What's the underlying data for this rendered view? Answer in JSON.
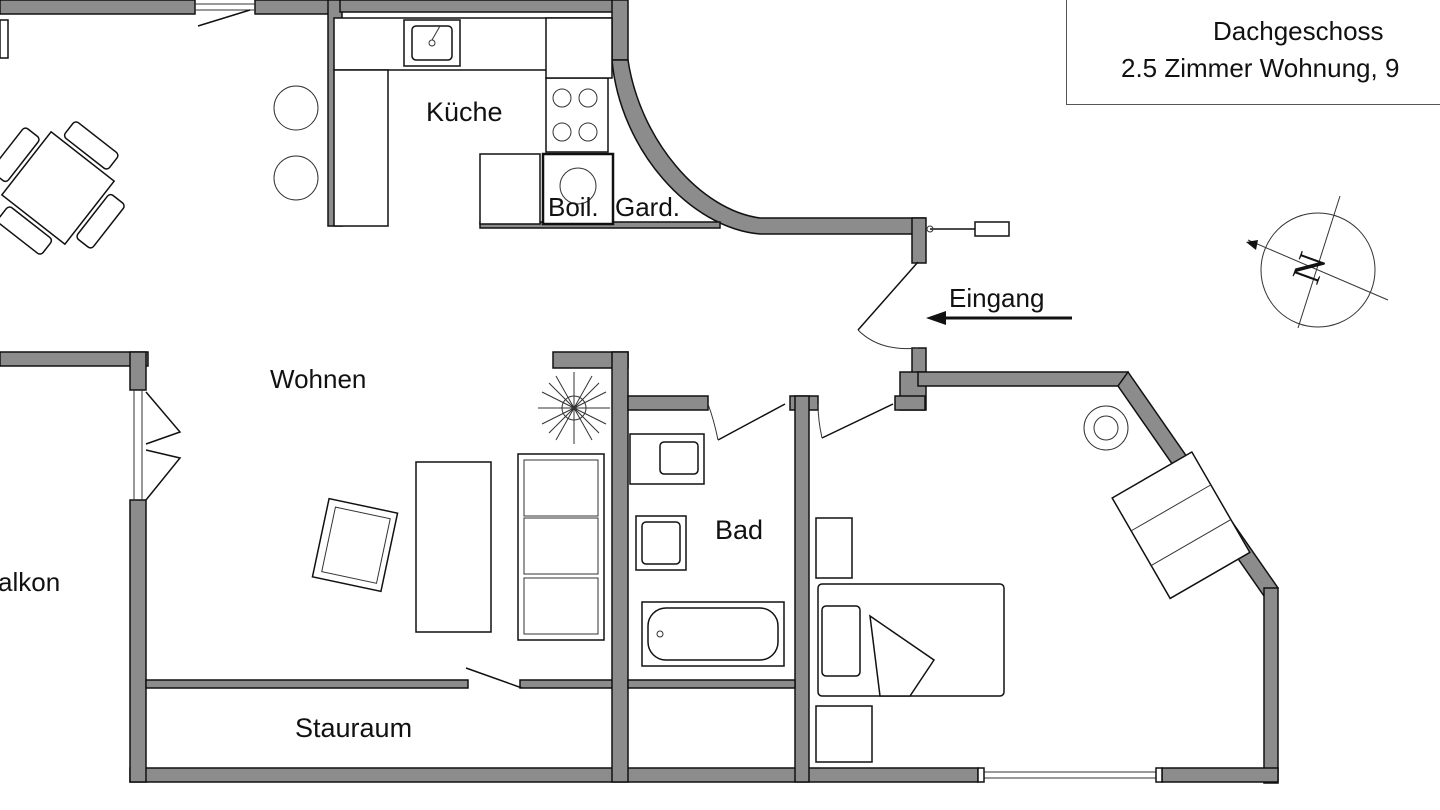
{
  "title": {
    "line1": "Dachgeschoss",
    "line2": "2.5 Zimmer Wohnung, 9"
  },
  "rooms": {
    "kueche": "Küche",
    "boiler": "Boil.",
    "garderobe": "Gard.",
    "eingang": "Eingang",
    "wohnen": "Wohnen",
    "bad": "Bad",
    "balkon": "alkon",
    "stauraum": "Stauraum"
  },
  "compass": {
    "letter": "N",
    "icon": "north-arrow-icon"
  },
  "colors": {
    "wall": "#8c8c8c",
    "line": "#111111",
    "background": "#ffffff"
  }
}
